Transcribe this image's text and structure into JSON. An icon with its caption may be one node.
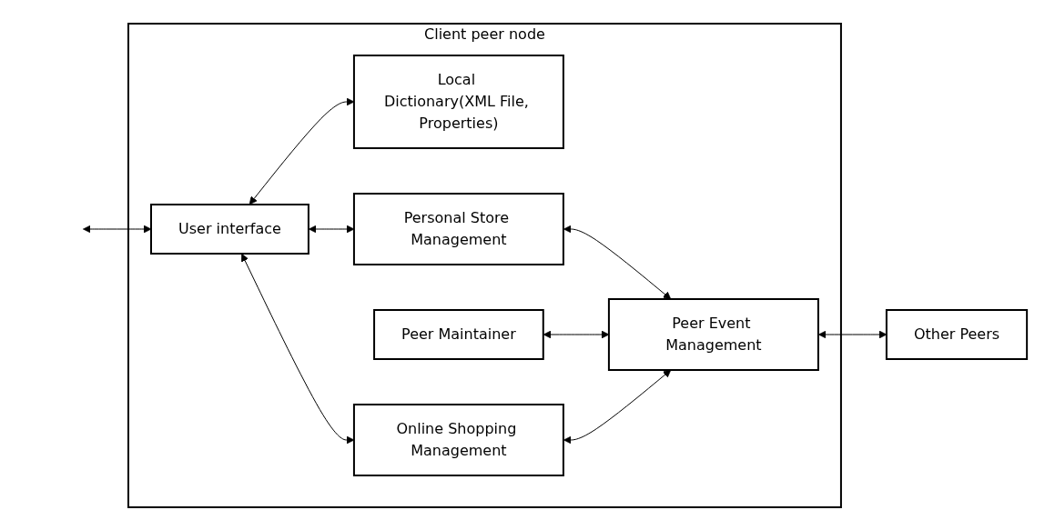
{
  "diagram": {
    "nodes": [
      {
        "text": [
          "Client peer node"
        ]
      },
      {
        "text": [
          "User interface"
        ],
        "in": 0
      },
      {
        "text": [
          "Local Dictionary(XML File, Properties)"
        ],
        "in": 0
      },
      {
        "text": [
          "Peer Maintainer"
        ],
        "in": 0
      },
      {
        "text": [
          "Personal Store Management"
        ],
        "in": 0
      },
      {
        "text": [
          "Online Shopping Management"
        ],
        "in": 0
      },
      {
        "text": [
          "Peer Event Management"
        ],
        "in": 0
      },
      {
        "text": [
          "Other Peers"
        ]
      }
    ],
    "edges": [
      {
        "from": null,
        "to": 1,
        "arrow": "both"
      },
      {
        "from": 1,
        "to": 2,
        "arrow": "both"
      },
      {
        "from": 1,
        "to": 4,
        "arrow": "both"
      },
      {
        "from": 1,
        "to": 5,
        "arrow": "both"
      },
      {
        "from": 4,
        "to": 6,
        "arrow": "both"
      },
      {
        "from": 3,
        "to": 6,
        "arrow": "both"
      },
      {
        "from": 5,
        "to": 6,
        "arrow": "both"
      },
      {
        "from": 6,
        "to": 7,
        "arrow": "both"
      }
    ]
  }
}
